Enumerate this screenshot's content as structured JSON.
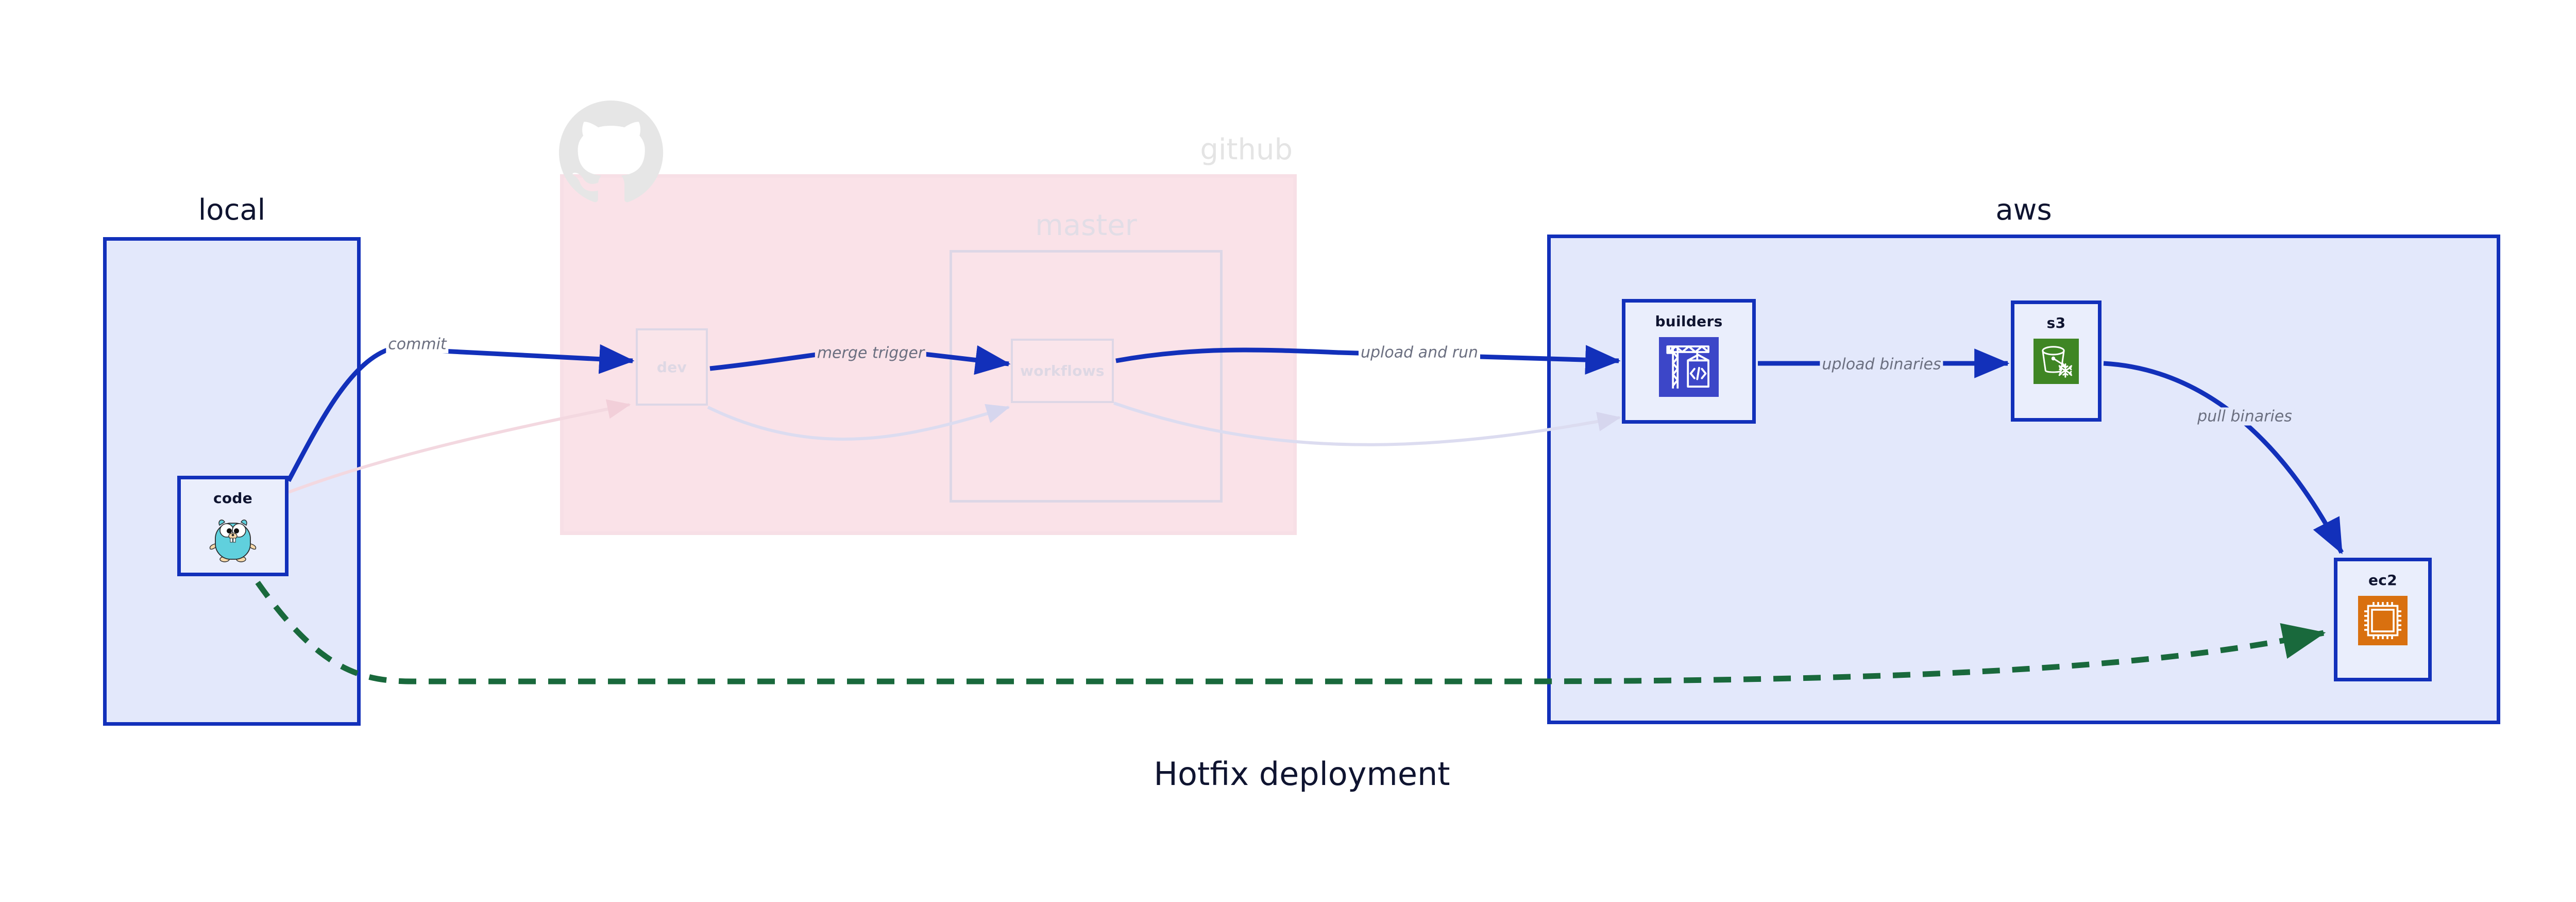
{
  "diagram": {
    "title": "Hotfix deployment",
    "colors": {
      "accent_blue": "#1230ba",
      "cluster_blue_fill": "#e3e8fb",
      "cluster_pink_fill": "#fae2e8",
      "node_fill": "#eaeefc",
      "edge_blue": "#1230ba",
      "edge_green": "#19693c",
      "dim_gray": "#ded8e4",
      "label_gray": "#6b6f80",
      "title_navy": "#0f1430",
      "codebuild_indigo": "#3c46c8",
      "s3_green": "#3f8624",
      "ec2_orange": "#d9700f",
      "gopher_teal": "#60d0dd"
    }
  },
  "clusters": [
    {
      "id": "local",
      "label": "local",
      "state": "active"
    },
    {
      "id": "github",
      "label": "github",
      "state": "dimmed"
    },
    {
      "id": "master",
      "label": "master",
      "state": "dimmed"
    },
    {
      "id": "aws",
      "label": "aws",
      "state": "active"
    }
  ],
  "nodes": [
    {
      "id": "code",
      "label": "code",
      "cluster": "local",
      "icon": "go-gopher-icon",
      "state": "active"
    },
    {
      "id": "dev",
      "label": "dev",
      "cluster": "github",
      "icon": "none",
      "state": "dimmed"
    },
    {
      "id": "workflows",
      "label": "workflows",
      "cluster": "master",
      "icon": "none",
      "state": "dimmed"
    },
    {
      "id": "builders",
      "label": "builders",
      "cluster": "aws",
      "icon": "aws-codebuild-icon",
      "state": "active"
    },
    {
      "id": "s3",
      "label": "s3",
      "cluster": "aws",
      "icon": "aws-s3-glacier-icon",
      "state": "active"
    },
    {
      "id": "ec2",
      "label": "ec2",
      "cluster": "aws",
      "icon": "aws-ec2-icon",
      "state": "active"
    }
  ],
  "edges": [
    {
      "id": "e1",
      "from": "code",
      "to": "dev",
      "label": "commit",
      "style": "solid",
      "color": "#1230ba",
      "state": "active"
    },
    {
      "id": "e2",
      "from": "dev",
      "to": "workflows",
      "label": "merge trigger",
      "style": "solid",
      "color": "#1230ba",
      "state": "active"
    },
    {
      "id": "e3",
      "from": "workflows",
      "to": "builders",
      "label": "upload and run",
      "style": "solid",
      "color": "#1230ba",
      "state": "active"
    },
    {
      "id": "e4",
      "from": "builders",
      "to": "s3",
      "label": "upload binaries",
      "style": "solid",
      "color": "#1230ba",
      "state": "active"
    },
    {
      "id": "e5",
      "from": "s3",
      "to": "ec2",
      "label": "pull binaries",
      "style": "solid",
      "color": "#1230ba",
      "state": "active"
    },
    {
      "id": "e6",
      "from": "code",
      "to": "ec2",
      "label": "",
      "style": "dashed",
      "color": "#19693c",
      "state": "active"
    },
    {
      "id": "e7",
      "from": "code",
      "to": "dev",
      "label": "",
      "style": "solid",
      "color": "#f5dde4",
      "state": "dimmed"
    },
    {
      "id": "e8",
      "from": "dev",
      "to": "workflows",
      "label": "",
      "style": "solid",
      "color": "#dcdcf0",
      "state": "dimmed"
    },
    {
      "id": "e9",
      "from": "workflows",
      "to": "builders",
      "label": "",
      "style": "solid",
      "color": "#dcdcf0",
      "state": "dimmed"
    }
  ],
  "logos": [
    {
      "id": "github-octocat",
      "name": "github-octocat-icon",
      "state": "dimmed"
    }
  ],
  "edge_labels": {
    "commit": "commit",
    "merge_trigger": "merge trigger",
    "upload_and_run": "upload and run",
    "upload_binaries": "upload binaries",
    "pull_binaries": "pull binaries"
  }
}
